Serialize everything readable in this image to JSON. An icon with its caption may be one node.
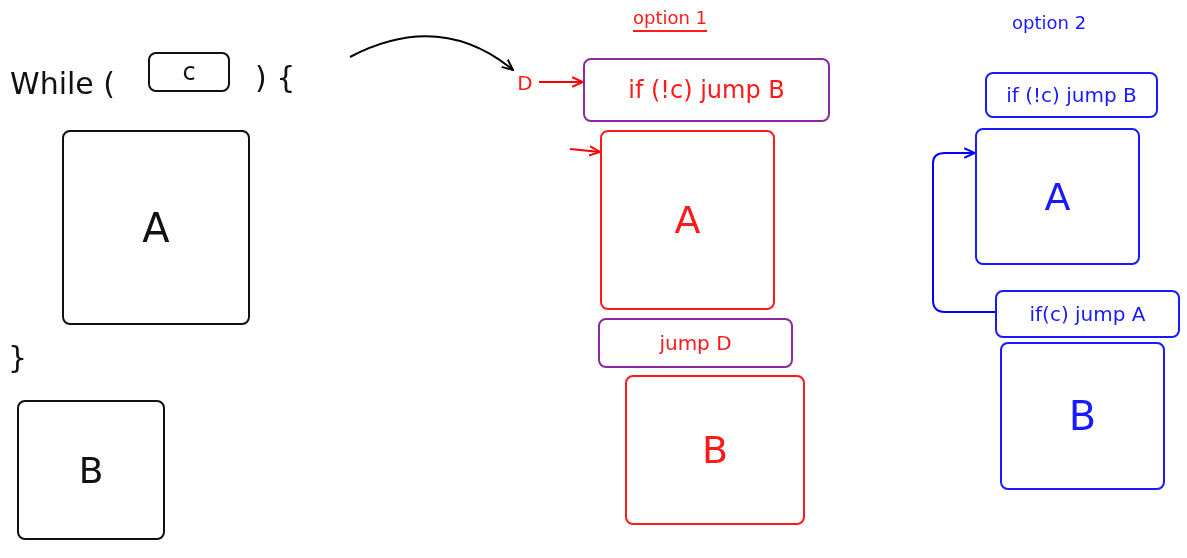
{
  "diagram": {
    "nodes": [
      {
        "text": [
          "c"
        ]
      },
      {
        "text": [
          ") {"
        ]
      },
      {
        "text": [
          "A"
        ]
      },
      {
        "text": [
          "B"
        ]
      },
      {
        "text": [
          "option 1"
        ]
      },
      {
        "text": [
          "D"
        ]
      },
      {
        "text": [
          "if (!c) jump B"
        ]
      },
      {
        "text": [
          "A"
        ]
      },
      {
        "text": [
          "jump D"
        ]
      },
      {
        "text": [
          "B"
        ]
      },
      {
        "text": [
          "if (!c) jump B"
        ]
      },
      {
        "text": [
          "A"
        ]
      },
      {
        "text": [
          "if(c) jump A"
        ]
      },
      {
        "text": [
          "B"
        ]
      }
    ],
    "edges": [
      {
        "from": 1,
        "to": 5,
        "arrow": "to",
        "color": "#000000"
      },
      {
        "from": 5,
        "to": 6,
        "arrow": "to",
        "color": "#ff0000"
      },
      {
        "from": null,
        "to": 7,
        "arrow": "to",
        "color": "#ff0000"
      },
      {
        "from": 12,
        "to": 11,
        "arrow": "to",
        "color": "#0000ff"
      }
    ],
    "labels": [
      "While (",
      "}",
      "option 2"
    ]
  }
}
